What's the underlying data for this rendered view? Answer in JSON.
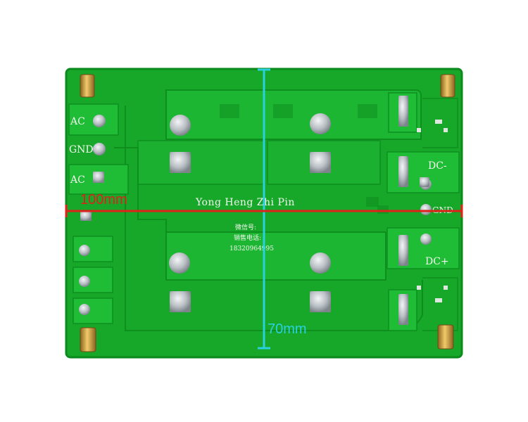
{
  "board": {
    "title": "Yong Heng Zhi Pin",
    "contact_lines": [
      "微信号:",
      "销售电话:",
      "18320964995"
    ],
    "pins_left": [
      "AC",
      "GND",
      "AC"
    ],
    "pins_right": [
      "DC-",
      "GND",
      "DC+"
    ]
  },
  "dimensions": {
    "width_label": "100mm",
    "height_label": "70mm"
  },
  "colors": {
    "pcb": "#17a82a",
    "pcb_dark": "#0f8e20",
    "trace": "#21c23a",
    "pad": "#c9cfd3",
    "brass": "#c99a3a",
    "width_line": "#e0201a",
    "height_line": "#2ad0e0"
  }
}
